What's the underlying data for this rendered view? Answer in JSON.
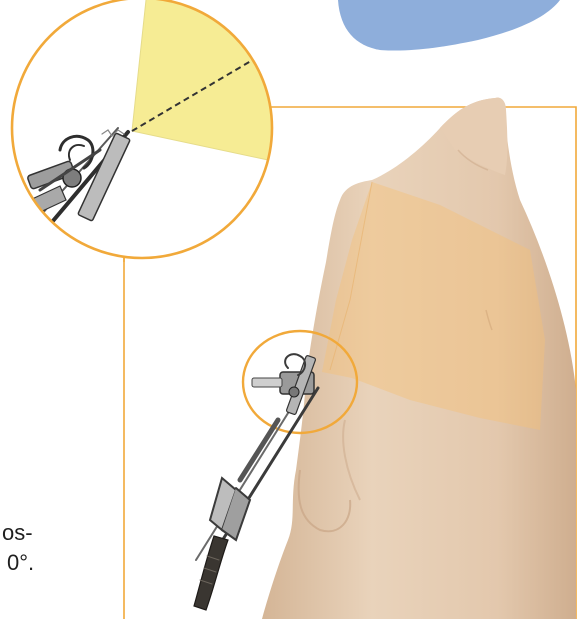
{
  "caption": {
    "line1": "os-",
    "line2": "0°."
  },
  "colors": {
    "accent_orange": "#f1a93a",
    "blue_shape": "#8eaedb",
    "yellow_zone": "#f6ec94",
    "skin": "#e6cdb2",
    "skin_shadow": "#caa787",
    "overlay_orange": "#f2c583",
    "instrument_dark": "#3b3b3b"
  },
  "icons": {
    "magnified_detail": "magnifier-circle",
    "dashed_axis": "dashed-angle-line"
  }
}
